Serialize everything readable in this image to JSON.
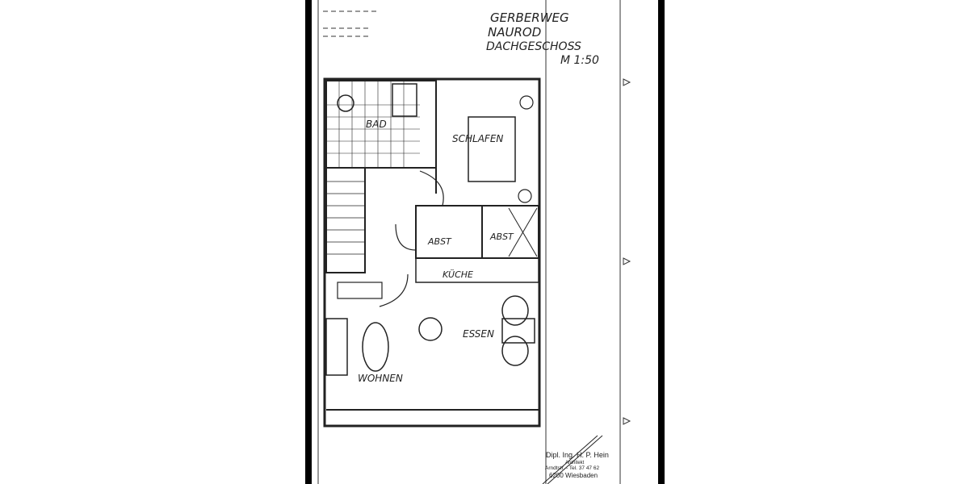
{
  "title_block": {
    "street": "GERBERWEG",
    "place": "NAUROD",
    "floor": "DACHGESCHOSS",
    "scale": "M 1:50"
  },
  "rooms": {
    "bath": "BAD",
    "bedroom": "SCHLAFEN",
    "storage_1": "ABST",
    "storage_2": "ABST",
    "kitchen": "KÜCHE",
    "dining": "ESSEN",
    "living": "WOHNEN"
  },
  "stamp": {
    "name": "Dipl. Ing. H. P. Hein",
    "title": "Architekt",
    "address": "Arndtstr. - Tel. 37 47 62",
    "city": "6200 Wiesbaden"
  },
  "colors": {
    "paper": "#ffffff",
    "ink": "#222222",
    "border": "#000000"
  }
}
